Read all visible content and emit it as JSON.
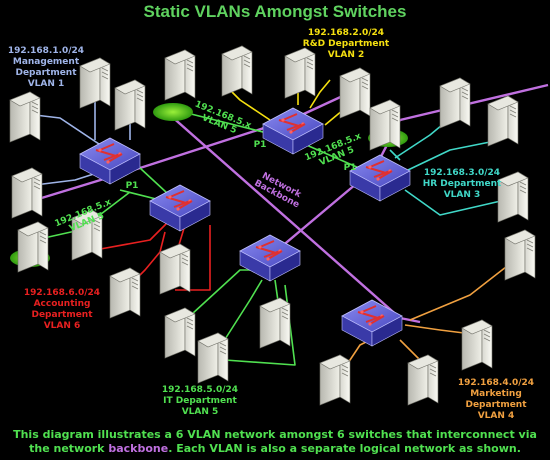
{
  "title": "Static VLANs Amongst Switches",
  "colors": {
    "title": "#5fd25f",
    "backbone": "#c070e0",
    "vlan1": "#9fb4e8",
    "vlan2": "#f5e010",
    "vlan3": "#40d8c8",
    "vlan4": "#f0a040",
    "vlan5": "#50e050",
    "vlan6": "#e82020",
    "caption": "#50e050",
    "switch": "#5a5ad0"
  },
  "backbone_label": [
    "Network",
    "Backbone"
  ],
  "vlans": {
    "vlan1": [
      "192.168.1.0/24",
      "Management",
      "Department",
      "VLAN 1"
    ],
    "vlan2": [
      "192.168.2.0/24",
      "R&D Department",
      "VLAN 2"
    ],
    "vlan3": [
      "192.168.3.0/24",
      "HR Department",
      "VLAN 3"
    ],
    "vlan4": [
      "192.168.4.0/24",
      "Marketing",
      "Department",
      "VLAN 4"
    ],
    "vlan5": [
      "192.168.5.0/24",
      "IT Department",
      "VLAN 5"
    ],
    "vlan6": [
      "192.168.6.0/24",
      "Accounting",
      "Department",
      "VLAN 6"
    ]
  },
  "vlan5_links": {
    "top_left": [
      "192.168.5.x",
      "VLAN 5"
    ],
    "top_right": [
      "192.168.5.x",
      "VLAN 5"
    ],
    "left": [
      "192.168.5.x",
      "VLAN 5"
    ]
  },
  "ports": {
    "p1_top": "P1",
    "p1_left": "P1",
    "p1_right": "P1"
  },
  "caption": {
    "line1": "This diagram illustrates a 6 VLAN network amongst 6 switches that interconnect via",
    "line2_before": "the network ",
    "line2_highlight": "backbone",
    "line2_after": ". Each VLAN is also a separate logical network as shown."
  }
}
